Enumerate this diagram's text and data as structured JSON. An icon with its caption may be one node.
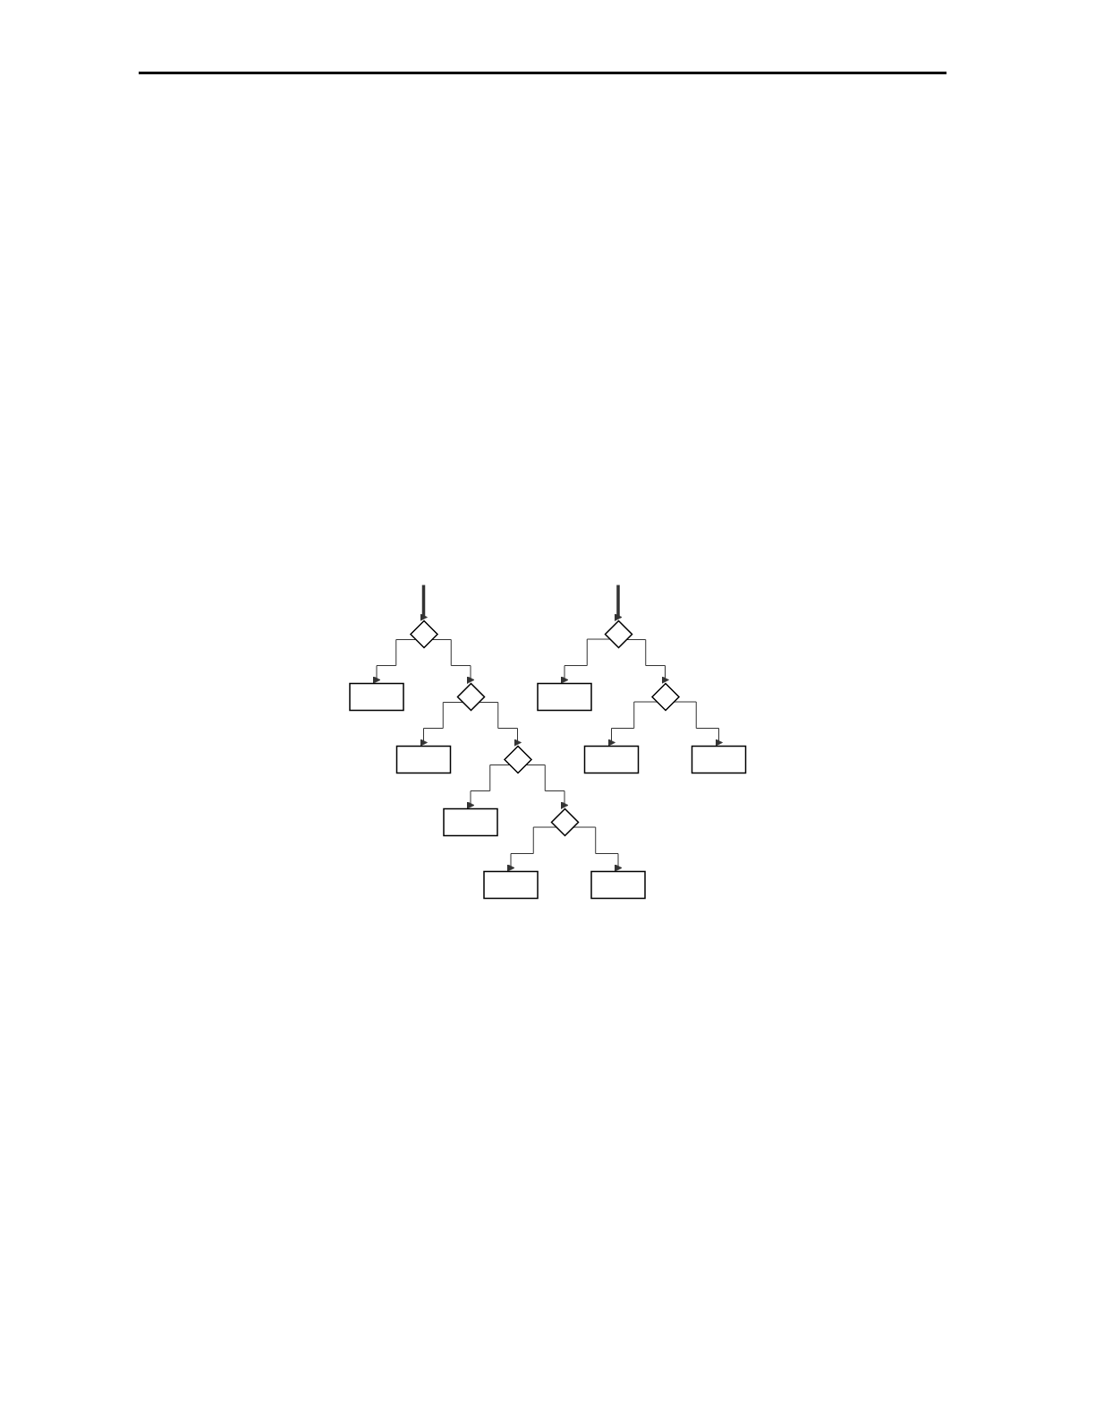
{
  "diagram": {
    "nodes": [
      {
        "text": [],
        "shape": "diamond"
      },
      {
        "text": [],
        "shape": "box"
      },
      {
        "text": [],
        "shape": "diamond"
      },
      {
        "text": [],
        "shape": "box"
      },
      {
        "text": [],
        "shape": "diamond"
      },
      {
        "text": [],
        "shape": "box"
      },
      {
        "text": [],
        "shape": "diamond"
      },
      {
        "text": [],
        "shape": "box"
      },
      {
        "text": [],
        "shape": "box"
      },
      {
        "text": [],
        "shape": "diamond"
      },
      {
        "text": [],
        "shape": "box"
      },
      {
        "text": [],
        "shape": "diamond"
      },
      {
        "text": [],
        "shape": "box"
      },
      {
        "text": [],
        "shape": "box"
      }
    ],
    "edges": [
      {
        "from": null,
        "to": 0,
        "arrow": "to",
        "style": "thick"
      },
      {
        "from": 0,
        "to": 1,
        "arrow": "to"
      },
      {
        "from": 0,
        "to": 2,
        "arrow": "to"
      },
      {
        "from": 2,
        "to": 3,
        "arrow": "to"
      },
      {
        "from": 2,
        "to": 4,
        "arrow": "to"
      },
      {
        "from": 4,
        "to": 5,
        "arrow": "to"
      },
      {
        "from": 4,
        "to": 6,
        "arrow": "to"
      },
      {
        "from": 6,
        "to": 7,
        "arrow": "to"
      },
      {
        "from": 6,
        "to": 8,
        "arrow": "to"
      },
      {
        "from": null,
        "to": 9,
        "arrow": "to",
        "style": "thick"
      },
      {
        "from": 9,
        "to": 10,
        "arrow": "to"
      },
      {
        "from": 9,
        "to": 11,
        "arrow": "to"
      },
      {
        "from": 11,
        "to": 12,
        "arrow": "to"
      },
      {
        "from": 11,
        "to": 13,
        "arrow": "to"
      }
    ]
  }
}
